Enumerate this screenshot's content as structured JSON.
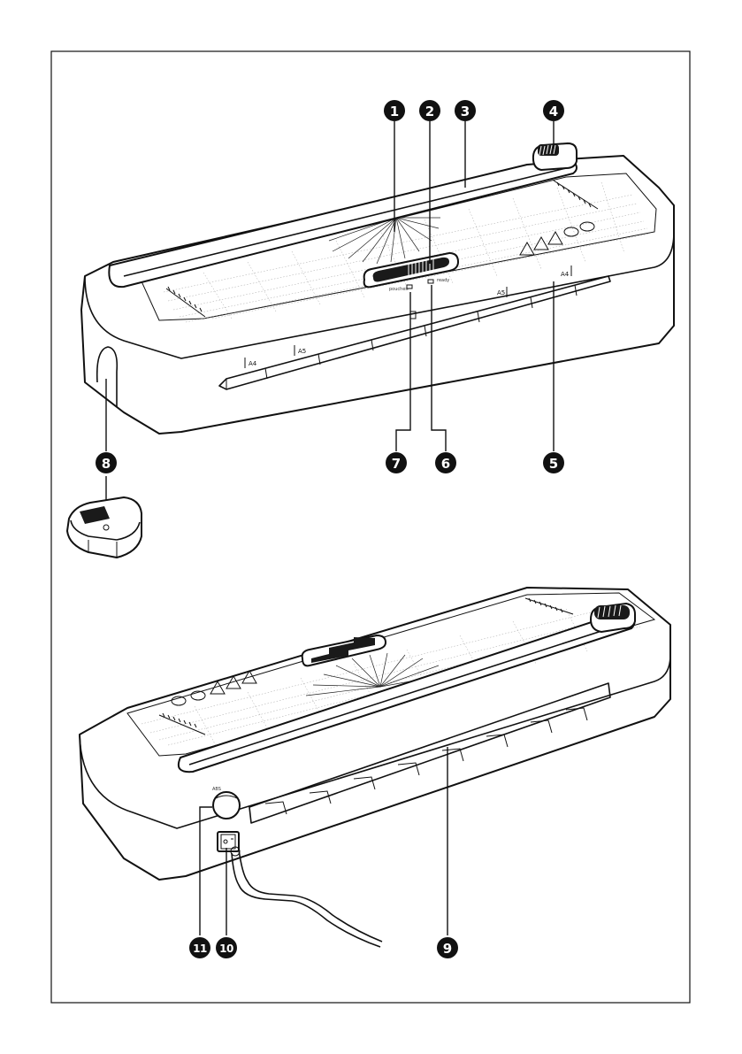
{
  "callouts": {
    "c1": "1",
    "c2": "2",
    "c3": "3",
    "c4": "4",
    "c5": "5",
    "c6": "6",
    "c7": "7",
    "c8": "8",
    "c9": "9",
    "c10": "10",
    "c11": "11"
  },
  "labels": {
    "a4_left": "A4",
    "a5_left": "A5",
    "a5_right": "A5",
    "a4_right": "A4",
    "slider_left": "pouches",
    "slider_right": "ready",
    "knob": "ABS"
  },
  "icons": [
    "warning-triangle-icon",
    "hot-surface-icon",
    "caution-triangle-icon",
    "pouch-icon",
    "pouch-icon"
  ],
  "colors": {
    "line": "#111111",
    "callout_fill": "#111111",
    "callout_text": "#ffffff"
  }
}
